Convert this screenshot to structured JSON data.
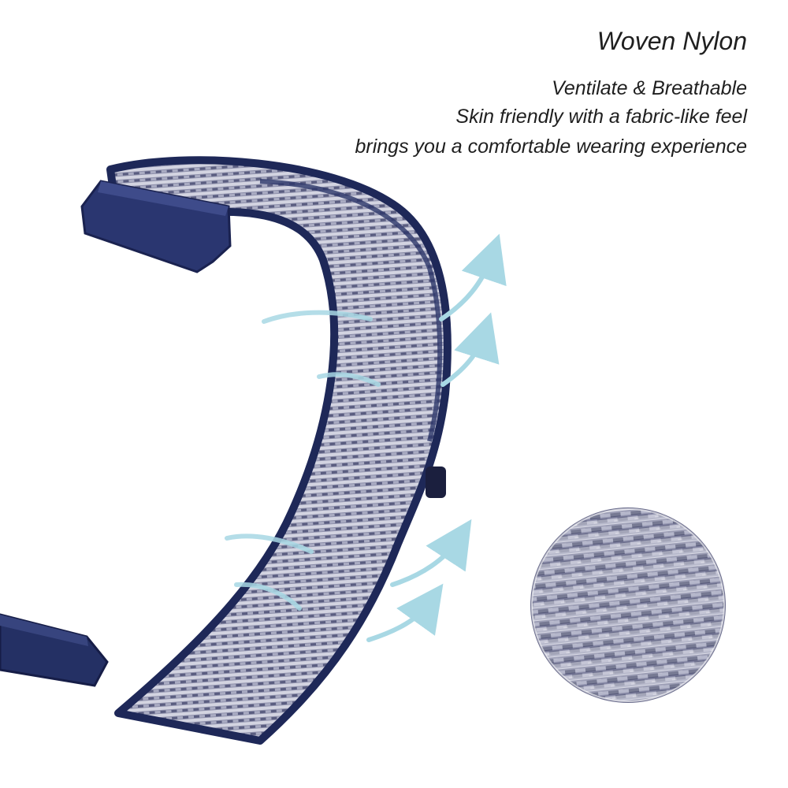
{
  "heading": "Woven Nylon",
  "features": [
    "Ventilate & Breathable",
    "Skin friendly with a fabric-like feel",
    "brings you a comfortable wearing experience"
  ],
  "colors": {
    "band_navy": "#1e2858",
    "weave_light": "#c9cad9",
    "weave_mid": "#8e90ab",
    "airflow_arrow": "#a8d8e4",
    "text": "#1f1f1f"
  },
  "icons": {
    "airflow": "airflow-arrow-icon"
  }
}
